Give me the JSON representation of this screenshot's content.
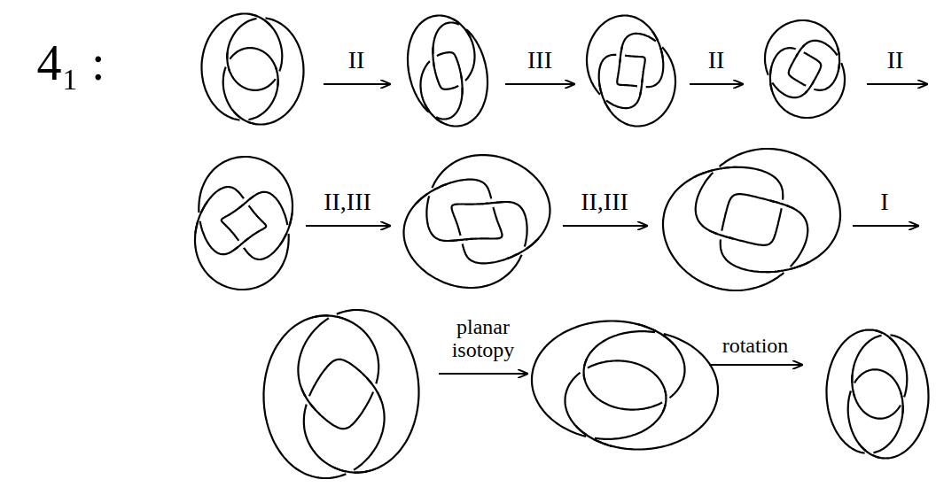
{
  "diagram": {
    "labels": [
      "4₁ :",
      "II",
      "III",
      "II",
      "II",
      "II,III",
      "II,III",
      "I",
      "planar isotopy",
      "rotation"
    ]
  }
}
